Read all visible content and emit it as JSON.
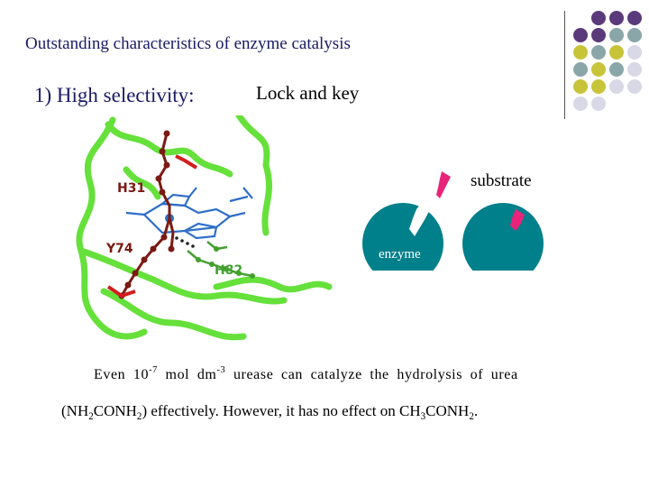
{
  "slide": {
    "title": "Outstanding characteristics of enzyme catalysis",
    "subtitle_main": "1) High selectivity:",
    "subtitle_aside": "Lock and key"
  },
  "figure": {
    "labels": {
      "h31": "H31",
      "y74": "Y74",
      "h82": "H82"
    }
  },
  "diagram": {
    "substrate_label": "substrate",
    "enzyme_label": "enzyme",
    "colors": {
      "enzyme": "#00808A",
      "substrate": "#E8237A",
      "protein_ribbon": "#66E03A",
      "heme": "#2E6EC8"
    }
  },
  "body": {
    "line1": {
      "p1": "Even 10",
      "sup1": "-7",
      "p2": " mol dm",
      "sup2": "-3",
      "p3": " urease can catalyze the hydrolysis of urea"
    },
    "line2": {
      "p1": "(NH",
      "sub1": "2",
      "p2": "CONH",
      "sub2": "2",
      "p3": ") effectively. However, it has no effect on CH",
      "sub3": "3",
      "p4": "CONH",
      "sub4": "2",
      "p5": "."
    }
  },
  "decor": {
    "dot_colors": [
      "#5a3a7a",
      "#8aa6a8",
      "#c8c43a",
      "#d8d8e6"
    ]
  }
}
